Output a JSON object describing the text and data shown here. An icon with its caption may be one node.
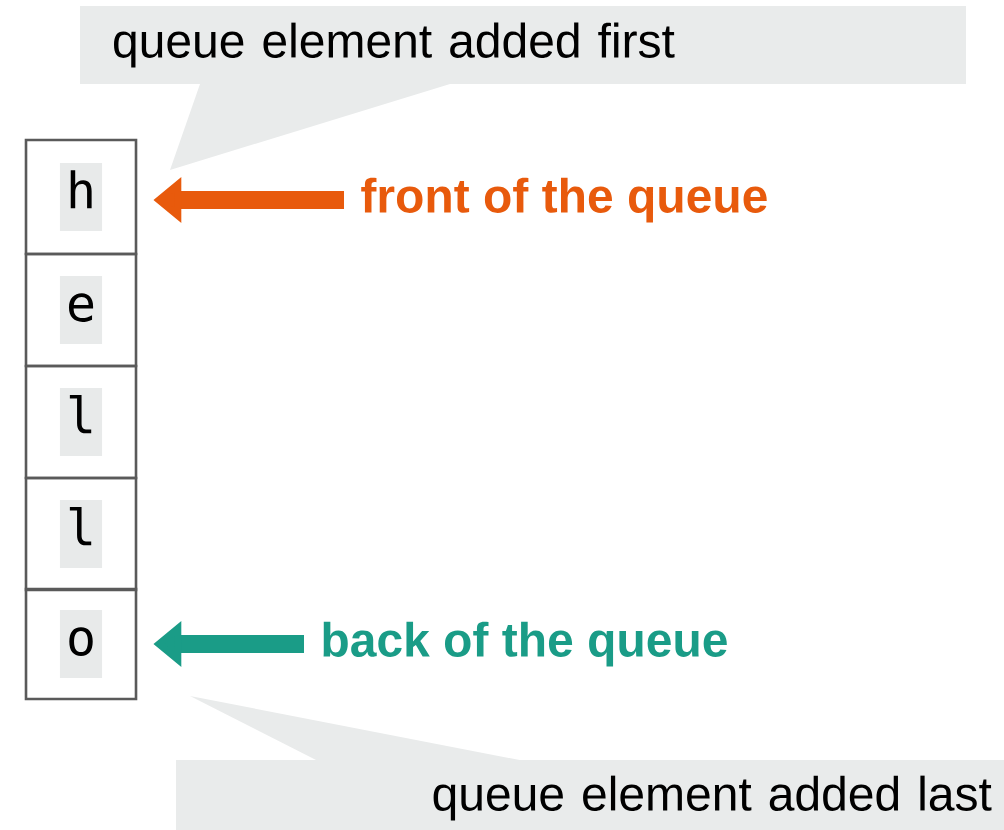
{
  "diagram": {
    "nodes": [
      {
        "text": [
          "h"
        ]
      },
      {
        "text": [
          "e"
        ]
      },
      {
        "text": [
          "l"
        ]
      },
      {
        "text": [
          "l"
        ]
      },
      {
        "text": [
          "o"
        ]
      },
      {
        "text": [
          "queue element added first"
        ]
      },
      {
        "text": [
          "front of the queue"
        ]
      },
      {
        "text": [
          "back of the queue"
        ]
      },
      {
        "text": [
          "queue element added last"
        ]
      }
    ],
    "edges": [
      {
        "from": 6,
        "to": 0,
        "arrow": "to",
        "color": "#e85a0c"
      },
      {
        "from": 7,
        "to": 4,
        "arrow": "to",
        "color": "#1a9c87"
      }
    ]
  }
}
